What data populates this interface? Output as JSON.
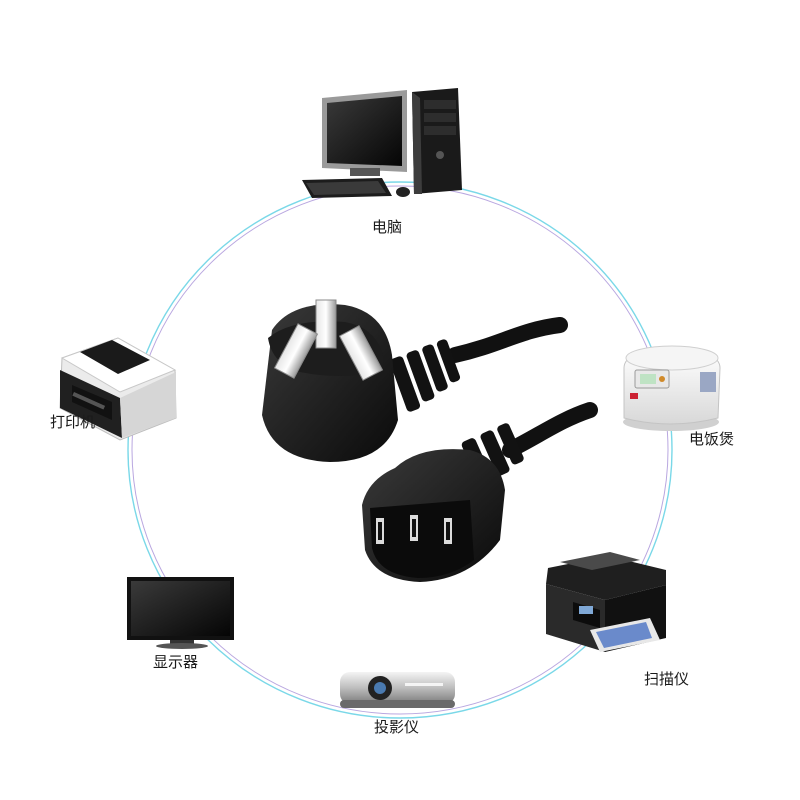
{
  "devices": {
    "computer": {
      "label": "电脑",
      "icon": "desktop-computer-icon"
    },
    "rice_cooker": {
      "label": "电饭煲",
      "icon": "rice-cooker-icon"
    },
    "scanner": {
      "label": "扫描仪",
      "icon": "scanner-printer-icon"
    },
    "projector": {
      "label": "投影仪",
      "icon": "projector-icon"
    },
    "monitor": {
      "label": "显示器",
      "icon": "monitor-icon"
    },
    "printer": {
      "label": "打印机",
      "icon": "printer-icon"
    }
  },
  "center": {
    "icon": "power-cord-icon"
  },
  "colors": {
    "ring_outer": "#7ad8e8",
    "ring_inner": "#b9a7e0",
    "cord": "#111111"
  }
}
